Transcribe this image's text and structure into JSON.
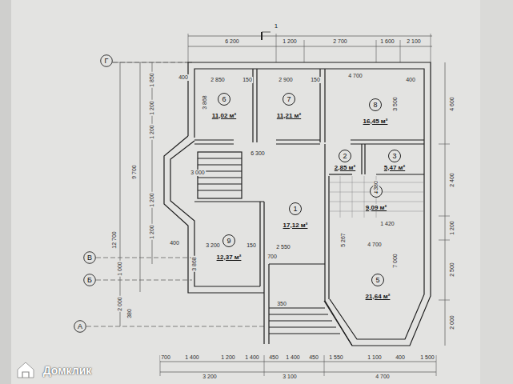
{
  "diagram": {
    "nodes": [
      {
        "text": [
          "Г"
        ]
      },
      {
        "text": [
          "В"
        ]
      },
      {
        "text": [
          "Б"
        ]
      },
      {
        "text": [
          "А"
        ]
      },
      {
        "text": [
          "6",
          "11,02 м²"
        ]
      },
      {
        "text": [
          "7",
          "11,21 м²"
        ]
      },
      {
        "text": [
          "8",
          "16,45 м²"
        ]
      },
      {
        "text": [
          "2",
          "2,85 м²"
        ]
      },
      {
        "text": [
          "3",
          "5,47 м²"
        ]
      },
      {
        "text": [
          "1",
          "17,12 м²"
        ]
      },
      {
        "text": [
          "4",
          "9,09 м²"
        ]
      },
      {
        "text": [
          "9",
          "12,37 м²"
        ]
      },
      {
        "text": [
          "5",
          "21,64 м²"
        ]
      }
    ],
    "labels": [
      "1",
      "6 200",
      "1 200",
      "2 700",
      "1 600",
      "2 100",
      "400",
      "2 850",
      "150",
      "2 900",
      "150",
      "4 700",
      "400",
      "3 868",
      "3 500",
      "6 300",
      "3 000",
      "3 868",
      "3 200",
      "150",
      "2 550",
      "700",
      "4 700",
      "7 000",
      "5 267",
      "1 420",
      "380",
      "4 600",
      "2 400",
      "1 200",
      "2 500",
      "2 000",
      "12 700",
      "9 700",
      "1 850",
      "1 200",
      "1 200",
      "1 200",
      "1 200",
      "1 000",
      "2 000",
      "400",
      "380",
      "700",
      "1 400",
      "1 200",
      "1 400",
      "450",
      "1 400",
      "450",
      "1 550",
      "1 100",
      "400",
      "1 500",
      "3 200",
      "3 100",
      "4 700",
      "350",
      "Домклик"
    ]
  }
}
